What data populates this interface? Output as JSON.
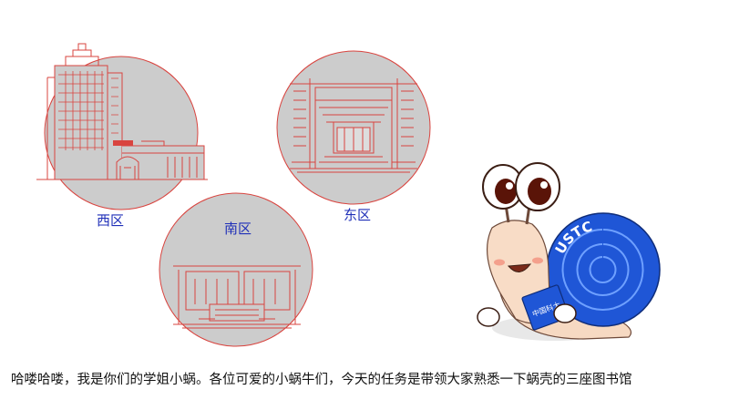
{
  "campuses": {
    "west": {
      "label": "西区"
    },
    "south": {
      "label": "南区"
    },
    "east": {
      "label": "东区"
    }
  },
  "mascot": {
    "shell_text": "USTC",
    "book_text": "中国科大"
  },
  "caption": "哈喽哈喽，我是你们的学姐小蜗。各位可爱的小蜗牛们，今天的任务是带领大家熟悉一下蜗壳的三座图书馆",
  "colors": {
    "circle_fill": "#cccccc",
    "line_art": "#d9443f",
    "label_text": "#1f2fb8",
    "shell_blue": "#1f56d6"
  }
}
